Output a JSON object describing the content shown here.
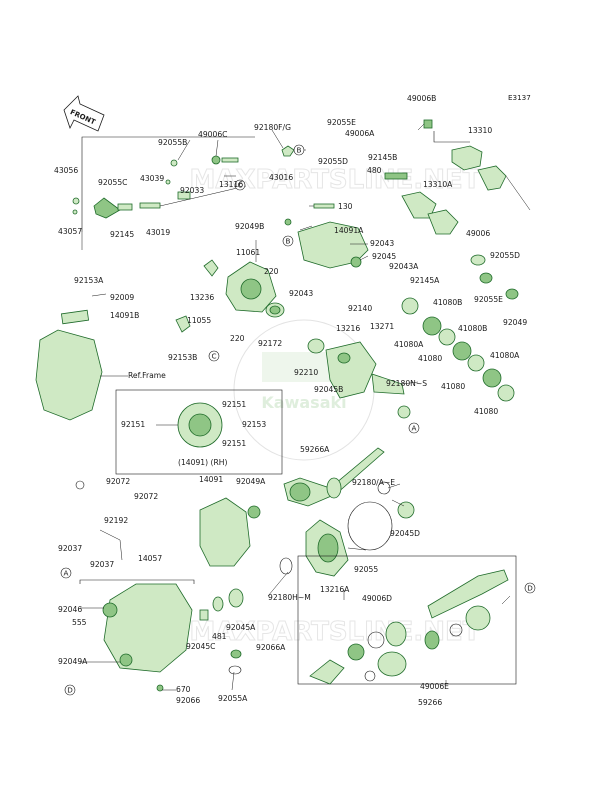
{
  "diagram_code": "E3137",
  "front_label": "FRONT",
  "watermark": {
    "brand": "Kawasaki",
    "site_text_1": "MAXPARTSLINE.NET",
    "site_text_2": "MAXPARTSLINE.NET"
  },
  "refs": {
    "a": "A",
    "b": "B",
    "c": "C",
    "d": "D"
  },
  "labels": {
    "p49006B": "49006B",
    "p13310": "13310",
    "p92180FG": "92180F/G",
    "p92055E": "92055E",
    "p92055B": "92055B",
    "p49006C": "49006C",
    "p49006A": "49006A",
    "p43056": "43056",
    "p92055D_a": "92055D",
    "p92145B": "92145B",
    "p92055C": "92055C",
    "p43039": "43039",
    "p480": "480",
    "p13310A": "13310A",
    "p92033": "92033",
    "p13116": "13116",
    "p43016": "43016",
    "p130": "130",
    "p92049B": "92049B",
    "p14091A": "14091A",
    "p43057": "43057",
    "p92145": "92145",
    "p43019": "43019",
    "p49006": "49006",
    "p92043_a": "92043",
    "p11061": "11061",
    "p92055D_b": "92055D",
    "p92045": "92045",
    "p92043A": "92043A",
    "p92153A": "92153A",
    "p220_a": "220",
    "p92145A": "92145A",
    "p92055E_b": "92055E",
    "p13236": "13236",
    "p92043_b": "92043",
    "p92009": "92009",
    "p92140": "92140",
    "p41080B_a": "41080B",
    "p14091B": "14091B",
    "p13271": "13271",
    "p92049": "92049",
    "p11055": "11055",
    "p13216": "13216",
    "p41080B_b": "41080B",
    "p41080A_a": "41080A",
    "p220_b": "220",
    "p92172": "92172",
    "p92153B": "92153B",
    "p41080_a": "41080",
    "p41080A_b": "41080A",
    "p92210": "92210",
    "p41080_b": "41080",
    "p92045B": "92045B",
    "pRefFrame": "Ref.Frame",
    "p92180NS": "92180N~S",
    "p41080_c": "41080",
    "p92151_a": "92151",
    "p92151_b": "92151",
    "p92153": "92153",
    "p92151_c": "92151",
    "p14091RH": "(14091) (RH)",
    "p59266A": "59266A",
    "p92072_a": "92072",
    "p14091": "14091",
    "p92049A": "92049A",
    "p92180AE": "92180/A~E",
    "p92072_b": "92072",
    "p92045D": "92045D",
    "p92192": "92192",
    "p92037_a": "92037",
    "p14057": "14057",
    "p92055": "92055",
    "p92037_b": "92037",
    "p13216A": "13216A",
    "p92046": "92046",
    "p49006D": "49006D",
    "p555": "555",
    "p92180HM": "92180H~M",
    "p481": "481",
    "p92045A": "92045A",
    "p92045C": "92045C",
    "p92049A_b": "92049A",
    "p92066A": "92066A",
    "p670": "670",
    "p92066": "92066",
    "p92055A": "92055A",
    "p49006E": "49006E",
    "p59266": "59266"
  }
}
